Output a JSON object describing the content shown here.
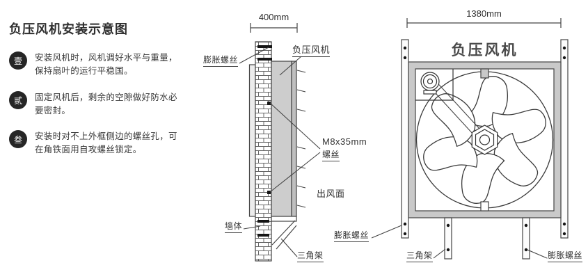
{
  "page_title": "负压风机安装示意图",
  "instructions": [
    {
      "num": "壹",
      "text": "安装风机时，风机调好水平与重量，保持扇叶的运行平稳国。"
    },
    {
      "num": "贰",
      "text": "固定风机后，剩余的空隙做好防水必要密封。"
    },
    {
      "num": "叁",
      "text": "安装时对不上外框侧边的螺丝孔，可在角铁面用自攻螺丝锁定。"
    }
  ],
  "side_view": {
    "dimension": "400mm",
    "labels": {
      "expansion_screw": "膨胀螺丝",
      "fan": "负压风机",
      "screw_spec_line1": "M8x35mm",
      "screw_spec_line2": "螺丝",
      "outlet_face": "出风面",
      "wall": "墙体",
      "triangle_bracket": "三角架"
    }
  },
  "front_view": {
    "dimension": "1380mm",
    "title": "负压风机",
    "labels": {
      "expansion_screw_left": "膨胀螺丝",
      "triangle_bracket": "三角架",
      "expansion_screw_right": "膨胀螺丝"
    }
  },
  "colors": {
    "badge_bg": "#262626",
    "line": "#444444",
    "fan_body_gray": "#cdcdcd",
    "frame_gray": "#c9c9c9",
    "text": "#333333"
  }
}
